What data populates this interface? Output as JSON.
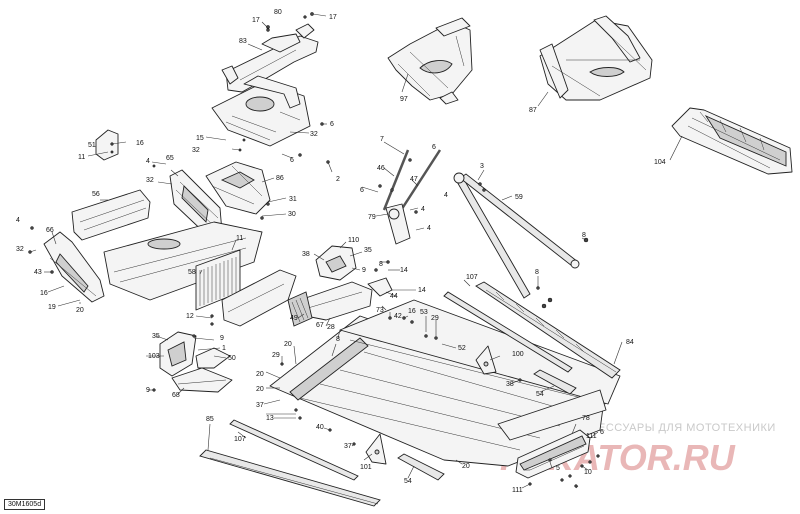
{
  "diagram_code": "30M1605d",
  "watermark": {
    "tagline": "ЗАПЧАСТИ И АКСЕССУАРЫ ДЛЯ МОТОТЕХНИКИ",
    "logo": "PEKATOR.RU"
  },
  "callouts": {
    "c80": "80",
    "c17a": "17",
    "c17b": "17",
    "c83": "83",
    "c97": "97",
    "c87": "87",
    "c104": "104",
    "c15": "15",
    "c32a": "32",
    "c6a": "6",
    "c51": "51",
    "c16a": "16",
    "c11a": "11",
    "c32b": "32",
    "c6b": "6",
    "c4a": "4",
    "c65": "65",
    "c86": "86",
    "c7": "7",
    "c6c": "6",
    "c3": "3",
    "c46": "46",
    "c47": "47",
    "c4b": "4",
    "c2": "2",
    "c32c": "32",
    "c56": "56",
    "c31": "31",
    "c30": "30",
    "c6d": "6",
    "c59": "59",
    "c79": "79",
    "c4c": "4",
    "c4d": "4",
    "c66": "66",
    "c32d": "32",
    "c43": "43",
    "c16b": "16",
    "c19": "19",
    "c20a": "20",
    "c11b": "11",
    "c58": "58",
    "c38": "38",
    "c110": "110",
    "c35a": "35",
    "c9a": "9",
    "c14a": "14",
    "c8a": "8",
    "c8b": "8",
    "c107a": "107",
    "c8c": "8",
    "c14b": "14",
    "c44": "44",
    "c73": "73",
    "c16c": "16",
    "c53": "53",
    "c29a": "29",
    "c42": "42",
    "c49": "49",
    "c67": "67",
    "c28": "28",
    "c52": "52",
    "c8d": "8",
    "c12": "12",
    "c35b": "35",
    "c9b": "9",
    "c1": "1",
    "c103": "103",
    "c50": "50",
    "c9c": "9",
    "c68": "68",
    "c20b": "20",
    "c29b": "29",
    "c20c": "20",
    "c20d": "20",
    "c20e": "20",
    "c37a": "37",
    "c100": "100",
    "c38b": "38",
    "c54a": "54",
    "c84": "84",
    "c13": "13",
    "c85": "85",
    "c107b": "107",
    "c40": "40",
    "c37b": "37",
    "c78": "78",
    "c101": "101",
    "c54b": "54",
    "c20f": "20",
    "c6e": "6",
    "c111a": "111",
    "c5": "5",
    "c10": "10",
    "c111b": "111"
  }
}
